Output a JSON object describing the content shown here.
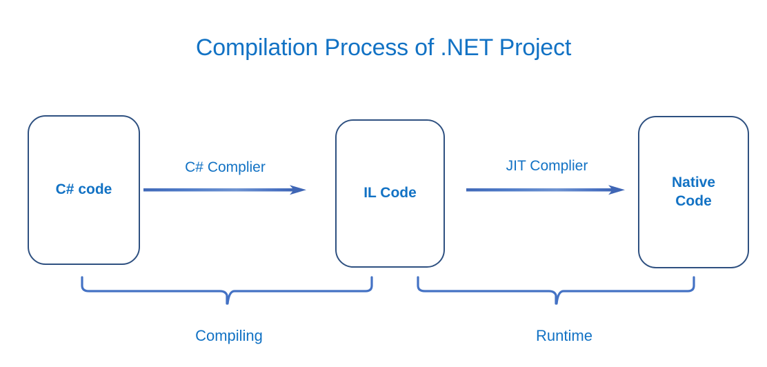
{
  "diagram": {
    "title": "Compilation Process of .NET Project",
    "accent_title_color": "#1272c4",
    "box_border_color": "#2e5080",
    "arrow_color": "#4472c4",
    "brace_color": "#4472c4",
    "background_color": "#ffffff",
    "stages": [
      {
        "id": "csharp-code",
        "label": "C# code"
      },
      {
        "id": "il-code",
        "label": "IL Code"
      },
      {
        "id": "native-code",
        "label": "Native\nCode"
      }
    ],
    "transitions": [
      {
        "id": "csharp-compiler",
        "label": "C# Complier",
        "from": "csharp-code",
        "to": "il-code",
        "icon": "arrow-right-icon"
      },
      {
        "id": "jit-compiler",
        "label": "JIT Complier",
        "from": "il-code",
        "to": "native-code",
        "icon": "arrow-right-icon"
      }
    ],
    "phases": [
      {
        "id": "compiling",
        "label": "Compiling",
        "spans": [
          "csharp-code",
          "il-code"
        ],
        "icon": "brace-down-icon"
      },
      {
        "id": "runtime",
        "label": "Runtime",
        "spans": [
          "il-code",
          "native-code"
        ],
        "icon": "brace-down-icon"
      }
    ]
  }
}
